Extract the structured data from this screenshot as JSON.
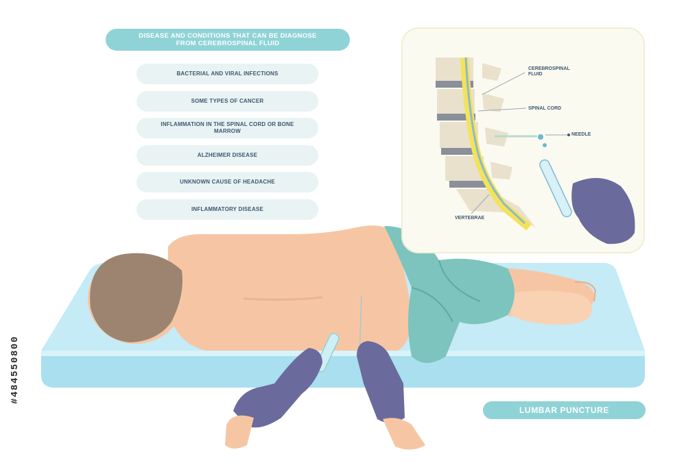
{
  "header": {
    "title": "DISEASE AND CONDITIONS THAT CAN BE DIAGNOSE FROM CEREBROSPINAL FLUID"
  },
  "conditions": [
    "BACTERIAL AND VIRAL INFECTIONS",
    "SOME TYPES OF CANCER",
    "INFLAMMATION IN THE SPINAL CORD OR BONE MARROW",
    "ALZHEIMER DISEASE",
    "UNKNOWN CAUSE OF HEADACHE",
    "INFLAMMATORY DISEASE"
  ],
  "inset": {
    "labels": {
      "csf": "CEREBROSPINAL FLUID",
      "cord": "SPINAL CORD",
      "needle": "NEEDLE",
      "vertebrae": "VERTEBRAE"
    }
  },
  "footer": {
    "procedure": "LUMBAR PUNCTURE"
  },
  "watermark": {
    "id": "#484550800"
  },
  "colors": {
    "accent": "#8fd3d6",
    "item_bg": "#e9f3f3",
    "text": "#3d5670",
    "skin": "#f6c6a4",
    "glove": "#6b6a9c",
    "gown": "#7cc4bd",
    "mattress": "#bfe8f3",
    "hair": "#9c8470"
  }
}
